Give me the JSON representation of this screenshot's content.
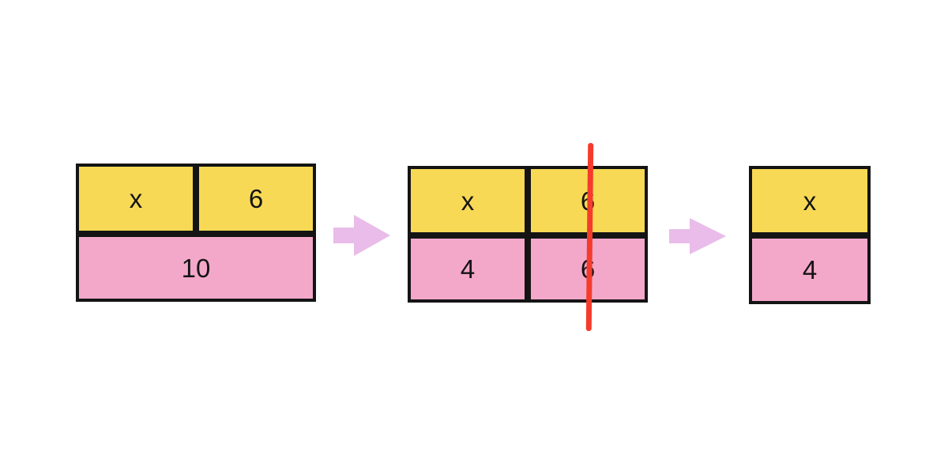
{
  "colors": {
    "background": "#FFFFFF",
    "cell_yellow": "#F8D955",
    "cell_pink": "#F3A8CA",
    "cell_border": "#141414",
    "arrow": "#E9BCE9",
    "cross_out_line": "#F53C2C",
    "label_text": "#141414"
  },
  "step1": {
    "top_left_label": "x",
    "top_right_label": "6",
    "bottom_label": "10"
  },
  "step2": {
    "top_left_label": "x",
    "top_right_label": "6",
    "bottom_left_label": "4",
    "bottom_right_label": "6"
  },
  "step3": {
    "top_label": "x",
    "bottom_label": "4"
  },
  "icons": {
    "arrow_1": "arrow-right",
    "arrow_2": "arrow-right",
    "cross_out": "red-vertical-strike-line"
  }
}
